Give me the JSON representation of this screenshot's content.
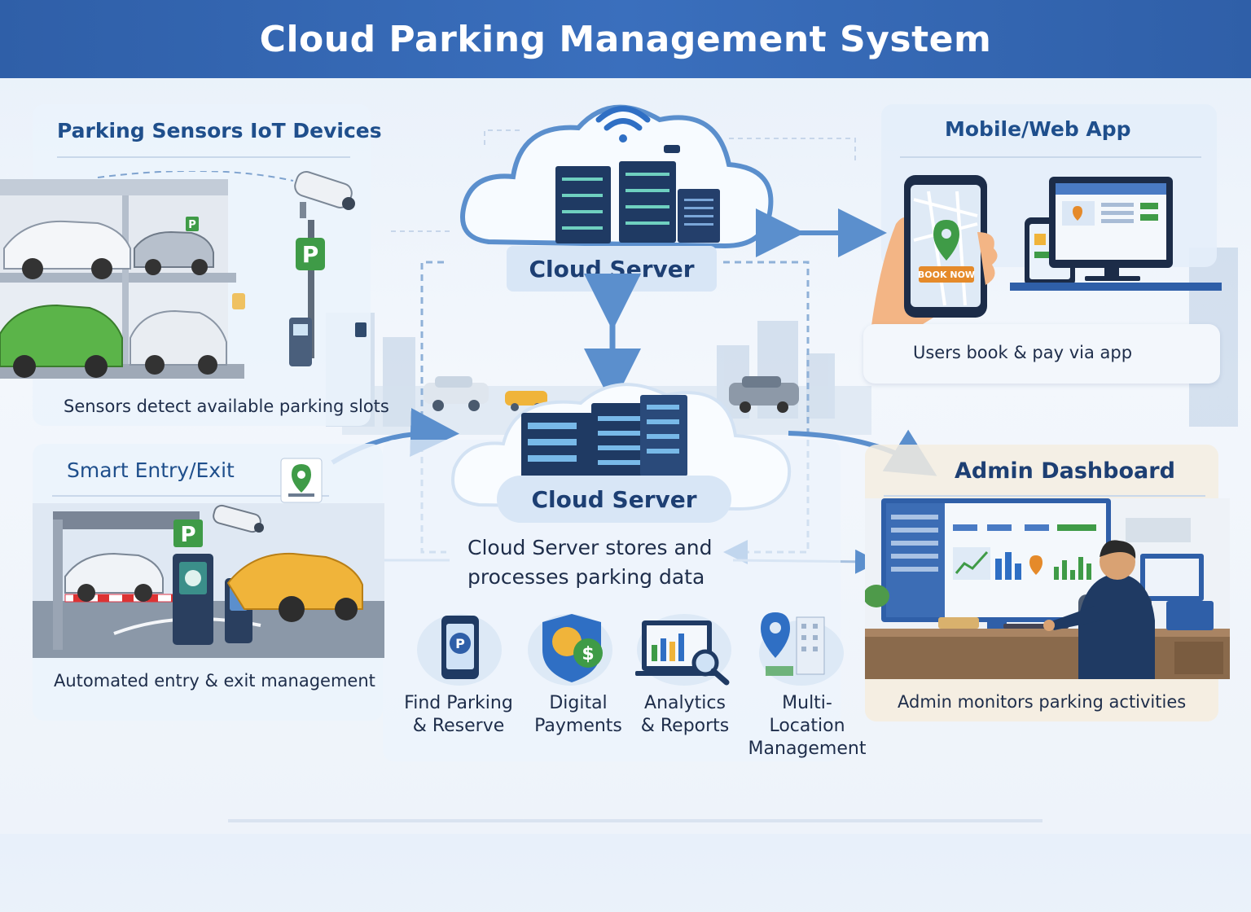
{
  "title": "Cloud Parking Management System",
  "sensors": {
    "title": "Parking Sensors IoT Devices",
    "caption": "Sensors detect available parking slots",
    "icon": "parking-sign-icon"
  },
  "mobile": {
    "title": "Mobile/Web App",
    "caption": "Users book & pay via app",
    "book_button": "BOOK NOW"
  },
  "cloud_top": {
    "label": "Cloud Server"
  },
  "cloud_center": {
    "label": "Cloud Server",
    "caption_line1": "Cloud Server stores and",
    "caption_line2": "processes parking data"
  },
  "entry": {
    "title": "Smart Entry/Exit",
    "caption": "Automated entry & exit management",
    "parking_letter": "P"
  },
  "admin": {
    "title": "Admin Dashboard",
    "caption": "Admin monitors parking activities"
  },
  "features": [
    {
      "line1": "Find Parking",
      "line2": "& Reserve",
      "icon": "parking-phone-icon"
    },
    {
      "line1": "Digital",
      "line2": "Payments",
      "icon": "dollar-shield-icon"
    },
    {
      "line1": "Analytics",
      "line2": "& Reports",
      "icon": "analytics-magnifier-icon"
    },
    {
      "line1": "Multi-",
      "line2": "Location",
      "line3": "Management",
      "icon": "location-pin-icon"
    }
  ],
  "colors": {
    "header": "#2f5fa8",
    "accent_green": "#3f9b47",
    "accent_orange": "#e58a2a",
    "server_navy": "#1f3a63"
  }
}
